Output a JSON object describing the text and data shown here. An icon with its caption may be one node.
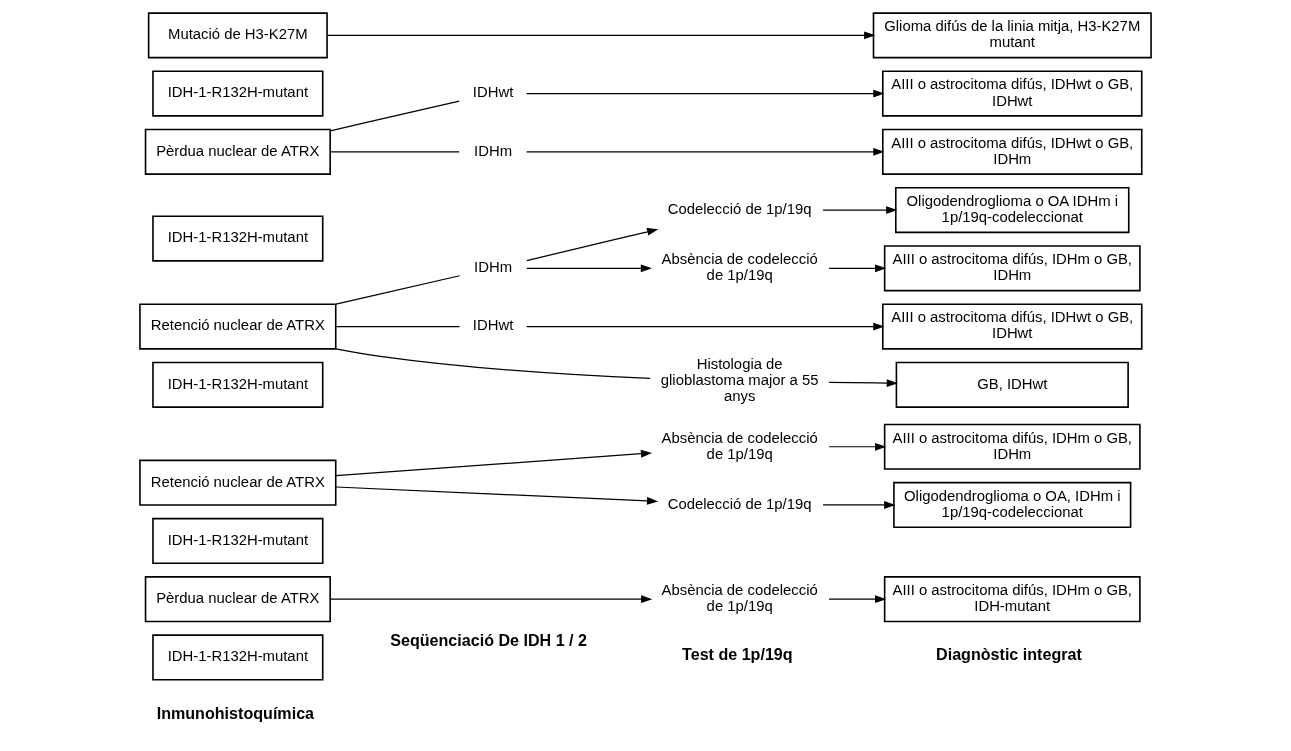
{
  "diagram": {
    "nodes": [
      {
        "text": [
          "IDH-1-R132H-mutant"
        ]
      },
      {
        "text": [
          "Pèrdua nuclear de ATRX"
        ]
      },
      {
        "text": [
          "Absència de codelecció de 1p/19q"
        ]
      },
      {
        "text": [
          "AIII o astrocitoma difús, IDHm o GB, IDH-mutant"
        ]
      },
      {
        "text": [
          "IDH-1-R132H-mutant"
        ]
      },
      {
        "text": [
          "Retenció nuclear de ATRX"
        ]
      },
      {
        "text": [
          "Absència de codelecció de 1p/19q"
        ]
      },
      {
        "text": [
          "AIII o astrocitoma difús, IDHm o GB, IDHm"
        ]
      },
      {
        "text": [
          "Codelecció de 1p/19q"
        ]
      },
      {
        "text": [
          "Oligodendroglioma o OA, IDHm i 1p/19q-codeleccionat"
        ]
      },
      {
        "text": [
          "IDH-1-R132H-mutant"
        ]
      },
      {
        "text": [
          "Retenció nuclear de ATRX"
        ]
      },
      {
        "text": [
          "IDHm"
        ]
      },
      {
        "text": [
          "Codelecció de 1p/19q"
        ]
      },
      {
        "text": [
          "Oligodendroglioma o OA IDHm i 1p/19q-codeleccionat"
        ]
      },
      {
        "text": [
          "Absència de codelecció de 1p/19q"
        ]
      },
      {
        "text": [
          "AIII o astrocitoma difús, IDHm o GB, IDHm"
        ]
      },
      {
        "text": [
          "IDHwt"
        ]
      },
      {
        "text": [
          "AIII o astrocitoma difús, IDHwt o GB, IDHwt"
        ]
      },
      {
        "text": [
          "Histologia de glioblastoma major a 55 anys"
        ]
      },
      {
        "text": [
          "GB, IDHwt"
        ]
      },
      {
        "text": [
          "IDH-1-R132H-mutant"
        ]
      },
      {
        "text": [
          "Pèrdua nuclear de ATRX"
        ]
      },
      {
        "text": [
          "IDHwt"
        ]
      },
      {
        "text": [
          "AIII o astrocitoma difús, IDHwt o GB, IDHwt"
        ]
      },
      {
        "text": [
          "IDHm"
        ]
      },
      {
        "text": [
          "AIII o astrocitoma difús, IDHwt o GB, IDHm"
        ]
      },
      {
        "text": [
          "IDH-1-R132H-mutant"
        ]
      },
      {
        "text": [
          "Mutació de H3-K27M"
        ]
      },
      {
        "text": [
          "Glioma difús de la linia mitja, H3-K27M mutant"
        ]
      }
    ],
    "edges": [
      {
        "from": 1,
        "to": 2,
        "arrow": "to"
      },
      {
        "from": 2,
        "to": 3,
        "arrow": "to"
      },
      {
        "from": 5,
        "to": 6,
        "arrow": "to"
      },
      {
        "from": 5,
        "to": 8,
        "arrow": "to"
      },
      {
        "from": 6,
        "to": 7,
        "arrow": "to"
      },
      {
        "from": 8,
        "to": 9,
        "arrow": "to"
      },
      {
        "from": 11,
        "to": 12,
        "arrow": "none"
      },
      {
        "from": 12,
        "to": 13,
        "arrow": "to"
      },
      {
        "from": 12,
        "to": 15,
        "arrow": "to"
      },
      {
        "from": 13,
        "to": 14,
        "arrow": "to"
      },
      {
        "from": 15,
        "to": 16,
        "arrow": "to"
      },
      {
        "from": 11,
        "to": 17,
        "arrow": "none"
      },
      {
        "from": 17,
        "to": 18,
        "arrow": "to"
      },
      {
        "from": 11,
        "to": 19,
        "arrow": "none"
      },
      {
        "from": 19,
        "to": 20,
        "arrow": "to"
      },
      {
        "from": 22,
        "to": 23,
        "arrow": "none"
      },
      {
        "from": 23,
        "to": 24,
        "arrow": "to"
      },
      {
        "from": 22,
        "to": 25,
        "arrow": "none"
      },
      {
        "from": 25,
        "to": 26,
        "arrow": "to"
      },
      {
        "from": 28,
        "to": 29,
        "arrow": "to"
      }
    ],
    "labels": [
      "Inmunohistoquímica",
      "Seqüenciació De IDH 1 / 2",
      "Test de 1p/19q",
      "Diagnòstic integrat"
    ]
  }
}
